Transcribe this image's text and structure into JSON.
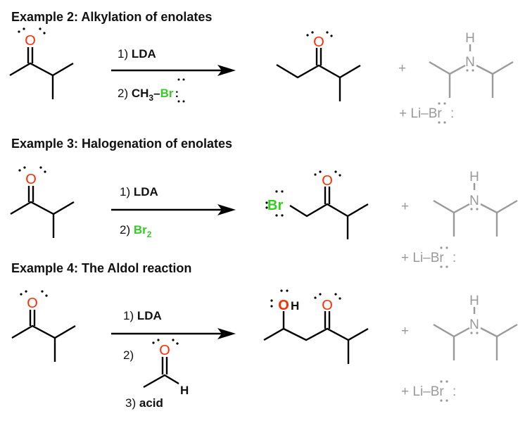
{
  "colors": {
    "oxygen": "#ff2a00",
    "bromine": "#33cc22",
    "byproduct": "#999999",
    "bond": "#000000"
  },
  "examples": [
    {
      "title": "Example 2: Alkylation of enolates",
      "step1_num": "1)",
      "step1_reagent": "LDA",
      "step2_num": "2)",
      "step2_reagent_a": "CH",
      "step2_sub": "3",
      "step2_dash": "–",
      "step2_reagent_b": "Br",
      "step2_colon": ":"
    },
    {
      "title": "Example 3: Halogenation of enolates",
      "step1_num": "1)",
      "step1_reagent": "LDA",
      "step2_num": "2)",
      "step2_reagent": "Br",
      "step2_sub": "2",
      "product_halogen": "Br"
    },
    {
      "title": "Example 4: The Aldol reaction",
      "step1_num": "1)",
      "step1_reagent": "LDA",
      "step2_num": "2)",
      "aldehyde_h": "H",
      "step3_num": "3)",
      "step3_reagent": "acid",
      "product_hydroxyl_o": "O",
      "product_hydroxyl_h": "H"
    }
  ],
  "atoms": {
    "oxygen": "O",
    "nitrogen": "N",
    "hydrogen": "H"
  },
  "byproducts": {
    "plus": "+",
    "salt": "+ Li–Br",
    "salt_colon": ":"
  }
}
